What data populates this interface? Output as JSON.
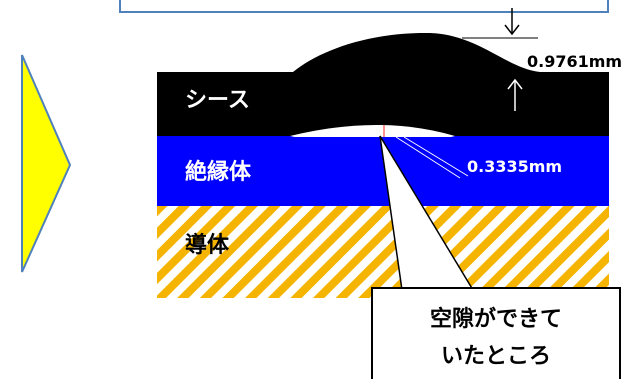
{
  "layers": {
    "sheath": "シース",
    "insulation": "絶縁体",
    "conductor": "導体"
  },
  "measurements": {
    "sheath_thickness": "0.9761mm",
    "gap_thickness": "0.3335mm"
  },
  "callout": {
    "line1": "空隙ができて",
    "line2": "いたところ"
  },
  "colors": {
    "sheath": "#000000",
    "insulation": "#0000ff",
    "conductor_stripe": "#f5b400",
    "arrow_fill": "#ffff00",
    "arrow_border": "#4f81bd",
    "callout_bg": "#ffffff"
  }
}
